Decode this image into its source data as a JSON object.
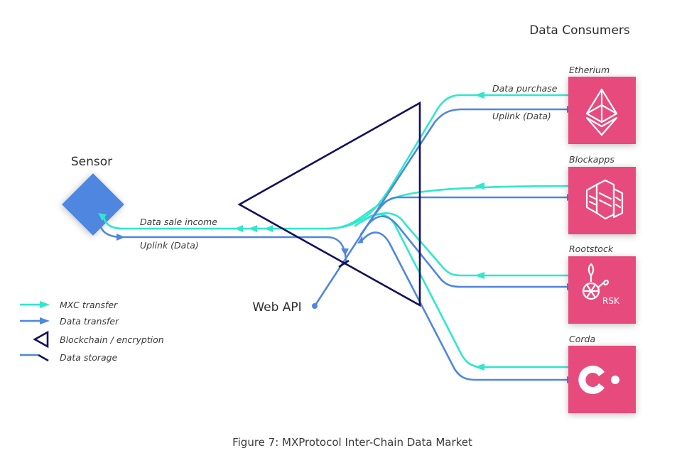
{
  "heading": "Data Consumers",
  "caption": "Figure 7: MXProtocol Inter-Chain Data Market",
  "colors": {
    "mxc_transfer": "#2ee8cc",
    "data_transfer": "#4f86e0",
    "blockchain": "#14105e",
    "consumer_box": "#e74b7e",
    "sensor": "#4f86e0"
  },
  "sensor": {
    "label": "Sensor",
    "income_label": "Data sale income",
    "uplink_label": "Uplink (Data)"
  },
  "web_api": {
    "label": "Web API"
  },
  "consumers": [
    {
      "name": "Etherium",
      "icon": "ethereum-icon",
      "purchase_label": "Data purchase",
      "uplink_label": "Uplink (Data)"
    },
    {
      "name": "Blockapps",
      "icon": "blockapps-icon"
    },
    {
      "name": "Rootstock",
      "icon": "rsk-icon",
      "icon_text": "RSK"
    },
    {
      "name": "Corda",
      "icon": "corda-icon"
    }
  ],
  "legend": [
    {
      "label": "MXC transfer",
      "symbol": "cyan-arrow"
    },
    {
      "label": "Data transfer",
      "symbol": "blue-arrow"
    },
    {
      "label": "Blockchain / encryption",
      "symbol": "triangle"
    },
    {
      "label": "Data storage",
      "symbol": "line-with-tick"
    }
  ]
}
